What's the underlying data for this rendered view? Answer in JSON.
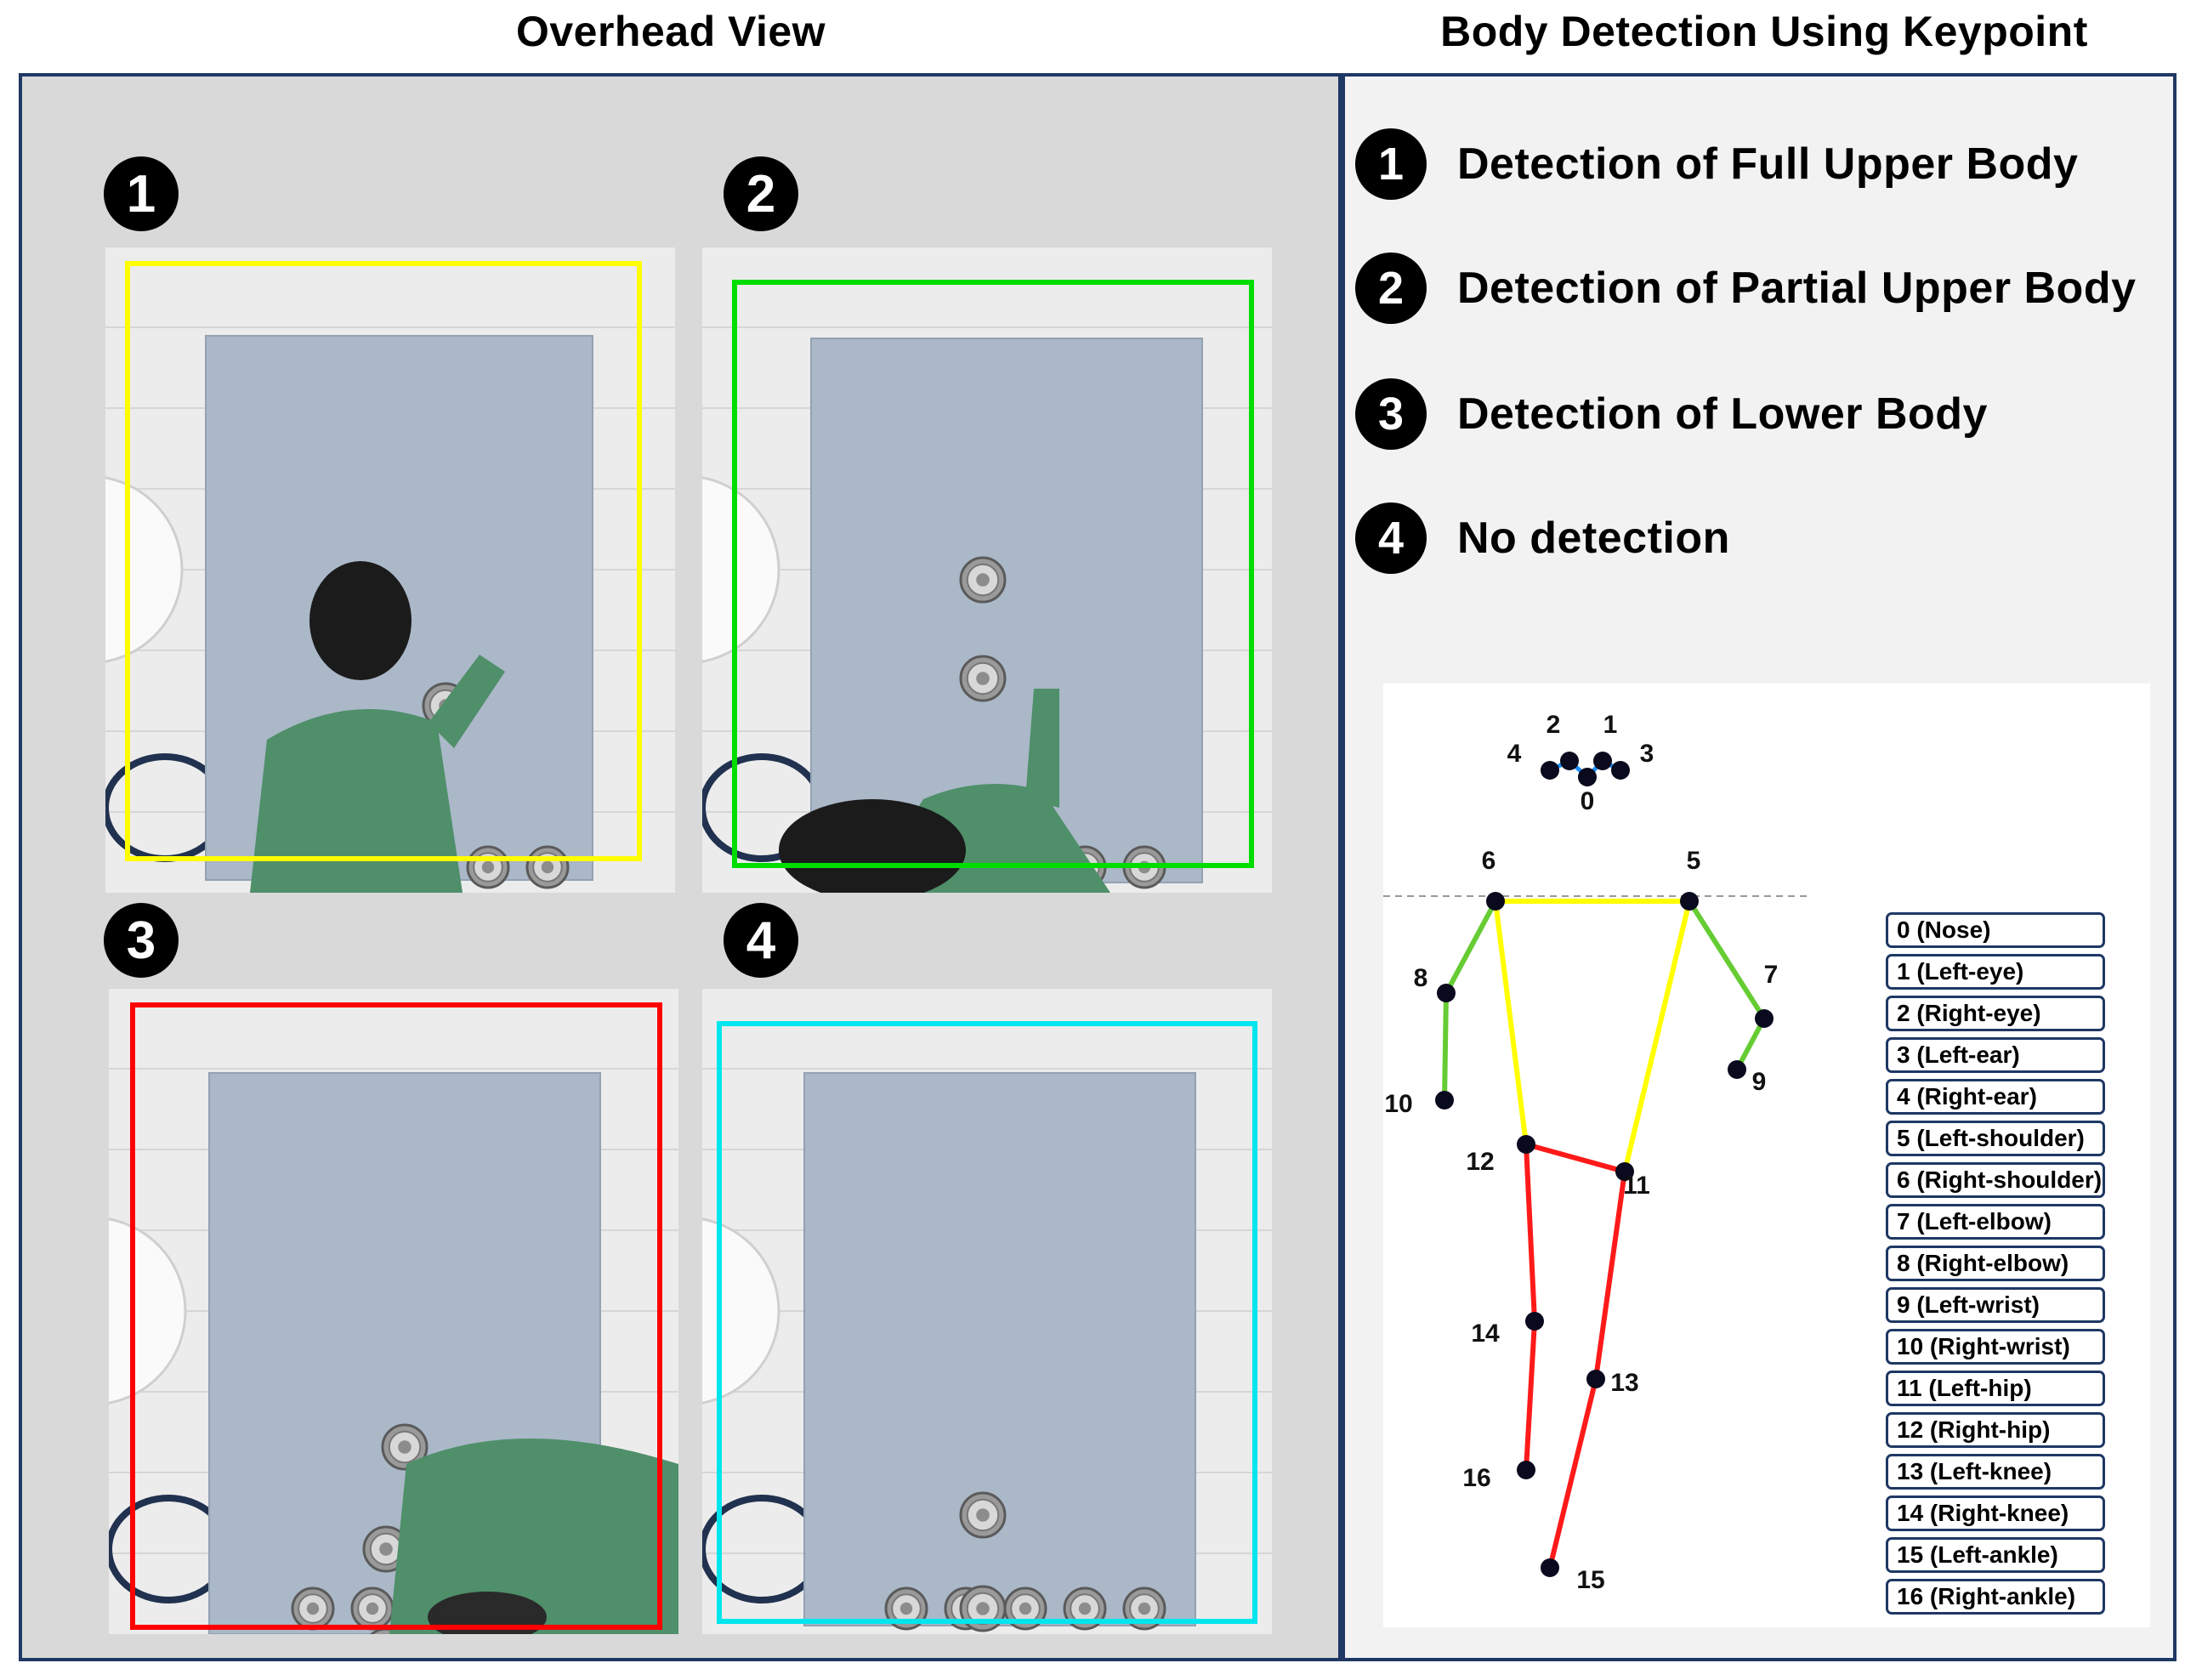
{
  "titles": {
    "left": "Overhead View",
    "right": "Body Detection Using Keypoint"
  },
  "photos": [
    {
      "badge": "1",
      "box_color": "#ffff00",
      "case": "full-upper-body"
    },
    {
      "badge": "2",
      "box_color": "#00dd00",
      "case": "partial-upper-body"
    },
    {
      "badge": "3",
      "box_color": "#ff0000",
      "case": "lower-body"
    },
    {
      "badge": "4",
      "box_color": "#00e5ee",
      "case": "no-detection"
    }
  ],
  "legend": [
    {
      "badge": "1",
      "label": "Detection of Full Upper Body"
    },
    {
      "badge": "2",
      "label": "Detection of Partial Upper Body"
    },
    {
      "badge": "3",
      "label": "Detection of Lower Body"
    },
    {
      "badge": "4",
      "label": "No detection"
    }
  ],
  "skeleton": {
    "point_labels": [
      "0",
      "1",
      "2",
      "3",
      "4",
      "5",
      "6",
      "7",
      "8",
      "9",
      "10",
      "11",
      "12",
      "13",
      "14",
      "15",
      "16"
    ],
    "colors": {
      "head": "#1e90ff",
      "shoulders": "#ffff00",
      "arms": "#66cc33",
      "legs": "#ff1a1a",
      "point": "#0a0a1e"
    }
  },
  "keypoint_list": [
    "0 (Nose)",
    "1 (Left-eye)",
    "2 (Right-eye)",
    "3 (Left-ear)",
    "4 (Right-ear)",
    "5 (Left-shoulder)",
    "6 (Right-shoulder)",
    "7 (Left-elbow)",
    "8 (Right-elbow)",
    "9 (Left-wrist)",
    "10 (Right-wrist)",
    "11 (Left-hip)",
    "12 (Right-hip)",
    "13 (Left-knee)",
    "14 (Right-knee)",
    "15 (Left-ankle)",
    "16 (Right-ankle)"
  ]
}
